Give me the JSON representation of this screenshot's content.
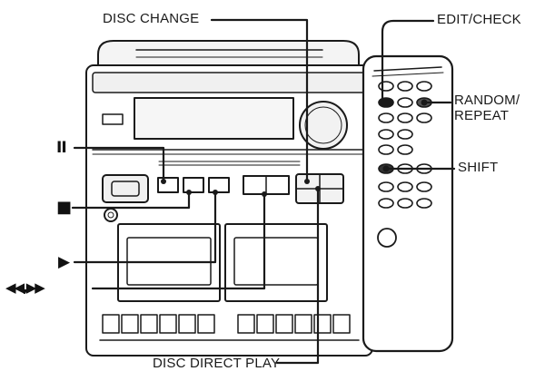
{
  "labels": {
    "disc_change": "DISC CHANGE",
    "edit_check": "EDIT/CHECK",
    "random_repeat_line1": "RANDOM/",
    "random_repeat_line2": "REPEAT",
    "shift": "SHIFT",
    "disc_direct_play": "DISC DIRECT PLAY"
  },
  "symbols": {
    "pause": "II",
    "stop": "■",
    "play": "▶",
    "skip": "◀◀,▶▶"
  },
  "colors": {
    "line": "#1a1a1a",
    "body": "#ffffff",
    "shade": "#e9e9e9"
  }
}
